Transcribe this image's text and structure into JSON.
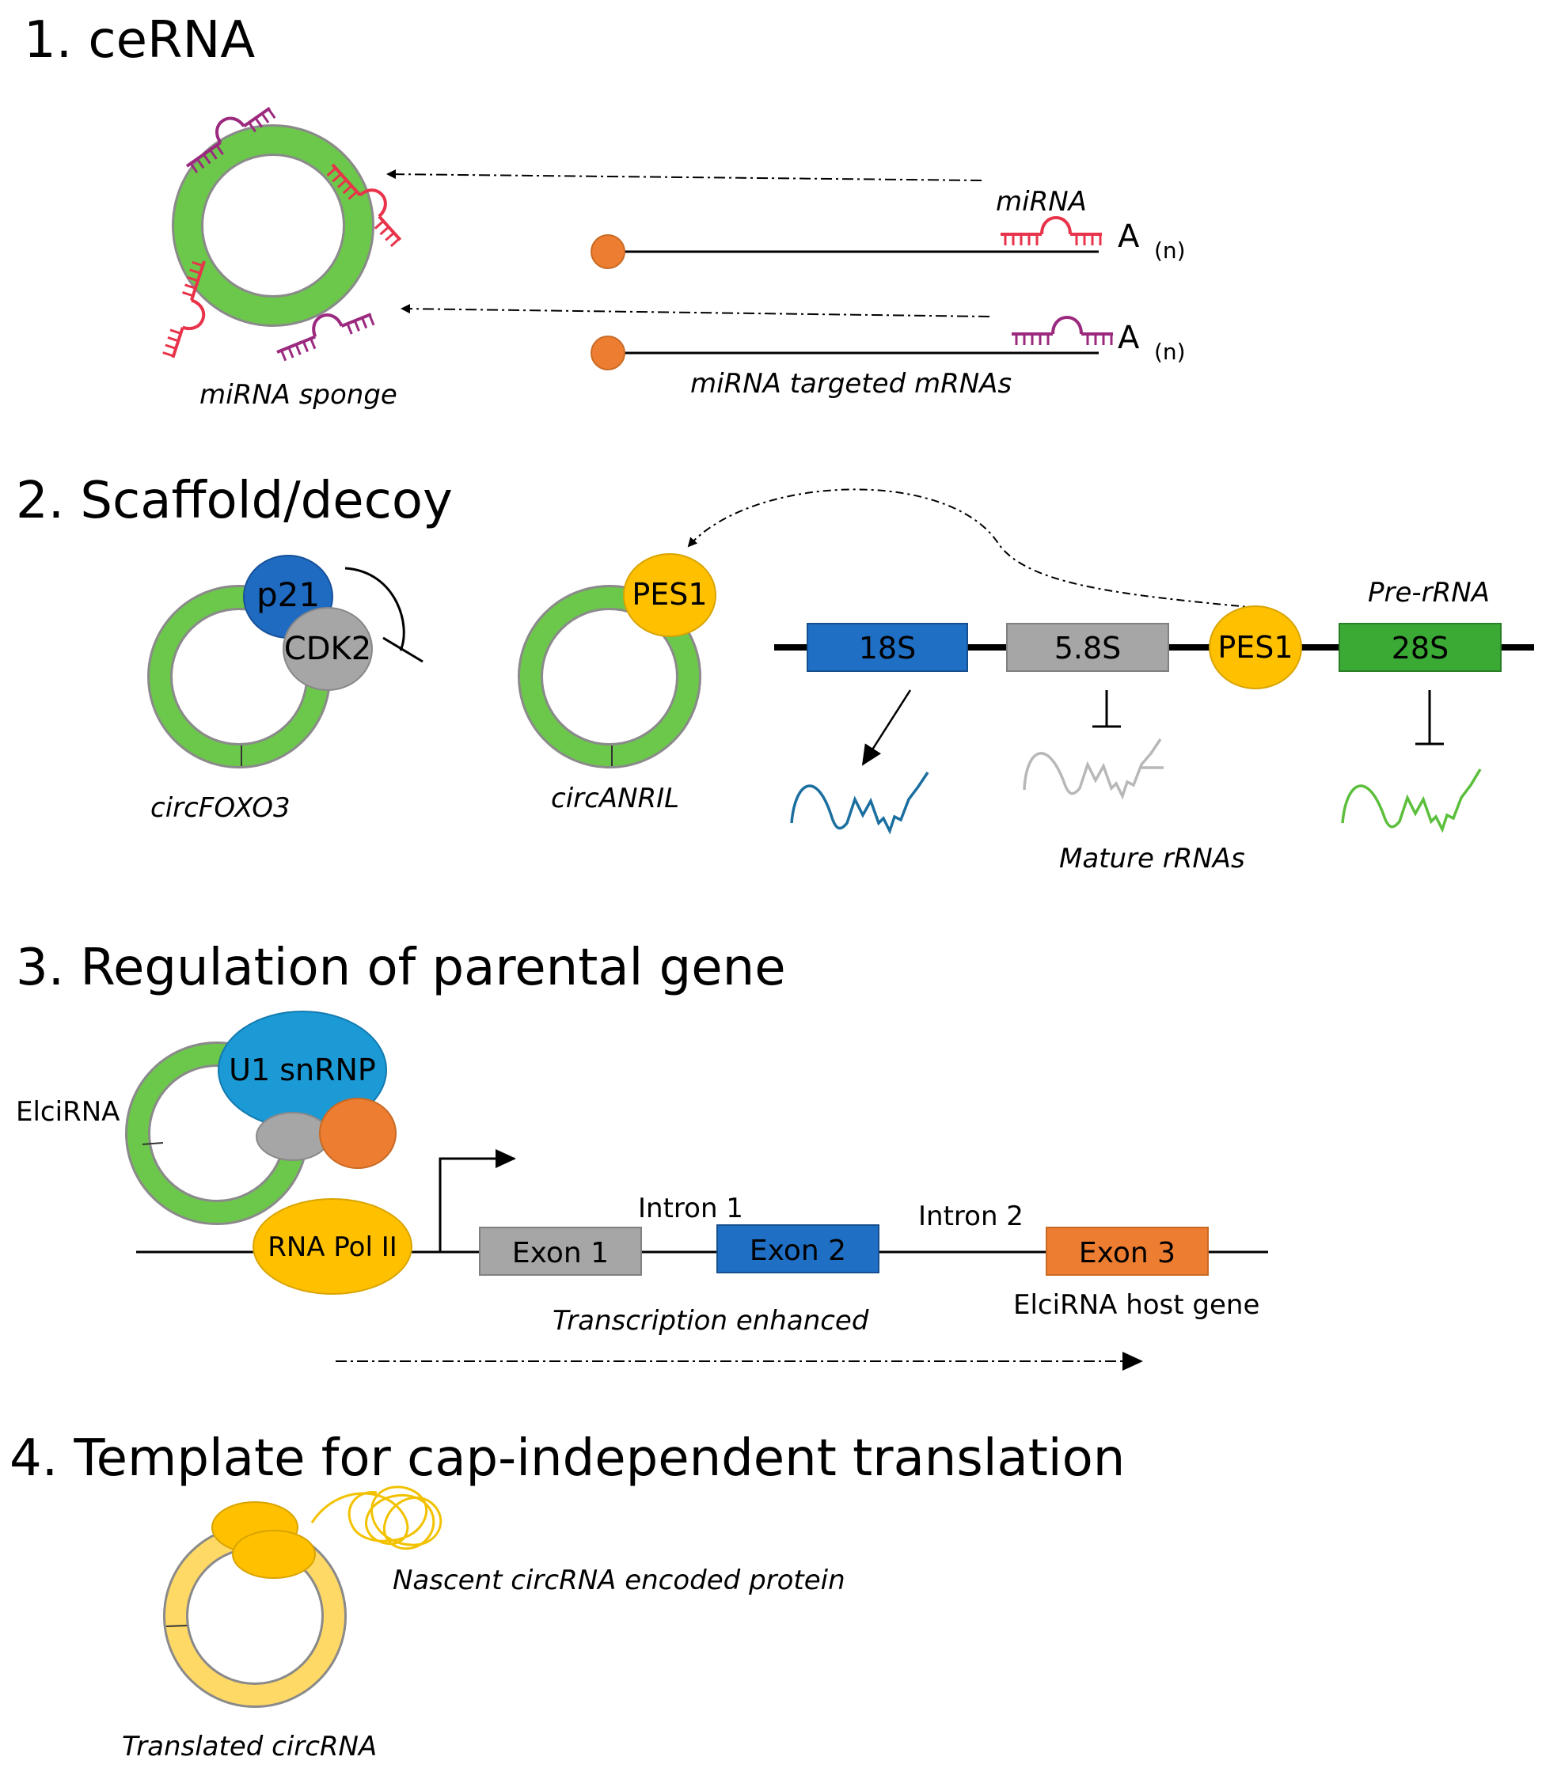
{
  "sections": {
    "cerna": {
      "heading": "1. ceRNA",
      "mirna_label": "miRNA",
      "polya_1": "A",
      "polya_1_sub": "(n)",
      "polya_2": "A",
      "polya_2_sub": "(n)",
      "sponge_label": "miRNA sponge",
      "targets_label": "miRNA targeted mRNAs"
    },
    "scaffold": {
      "heading": "2. Scaffold/decoy",
      "p21": "p21",
      "cdk2": "CDK2",
      "circfoxo3": "circFOXO3",
      "pes1_circ": "PES1",
      "circanril": "circANRIL",
      "prerrna": "Pre-rRNA",
      "box_18s": "18S",
      "box_58s": "5.8S",
      "pes1_bound": "PES1",
      "box_28s": "28S",
      "mature": "Mature rRNAs"
    },
    "parental": {
      "heading": "3. Regulation of parental gene",
      "elcirna": "ElciRNA",
      "u1": "U1 snRNP",
      "polii": "RNA Pol II",
      "exon1": "Exon 1",
      "intron1": "Intron 1",
      "exon2": "Exon 2",
      "intron2": "Intron 2",
      "exon3": "Exon 3",
      "host": "ElciRNA host gene",
      "enhanced": "Transcription enhanced"
    },
    "translation": {
      "heading": "4. Template for cap-independent translation",
      "protein": "Nascent circRNA encoded protein",
      "translated": "Translated circRNA"
    }
  },
  "colors": {
    "circ_green": "#6cc84a",
    "mirna_red": "#e8334a",
    "mirna_purple": "#9b2a7e",
    "cap_orange": "#ed7d31",
    "pes1_gold": "#ffc000",
    "p21_blue": "#1f6bc1",
    "cdk2_gray": "#a6a6a6",
    "box18_blue": "#1f6fc5",
    "box58_gray": "#a6a6a6",
    "box28_green": "#3aaa35",
    "u1_blue": "#1b9ad6",
    "circ_yellow": "#ffd966"
  }
}
